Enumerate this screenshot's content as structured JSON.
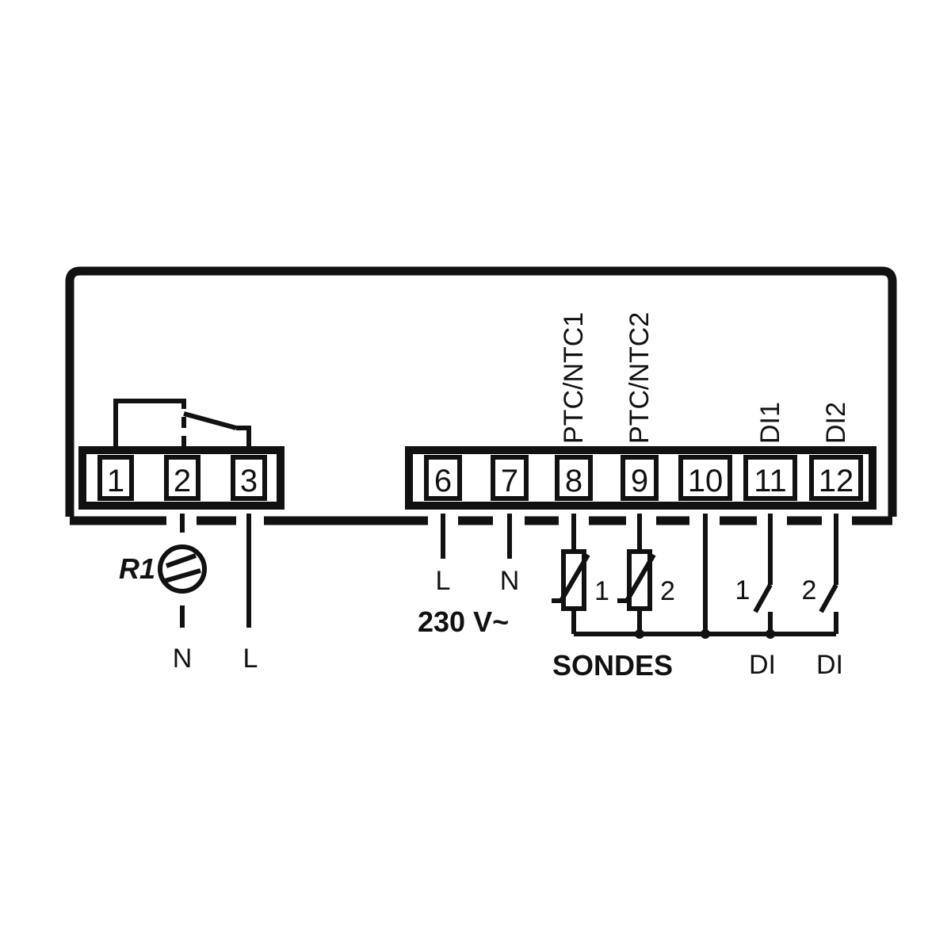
{
  "diagram": {
    "colors": {
      "ink": "#111111",
      "background": "#ffffff"
    },
    "terminals_left": [
      "1",
      "2",
      "3"
    ],
    "terminals_right": [
      "6",
      "7",
      "8",
      "9",
      "10",
      "11",
      "12"
    ],
    "relay_label": "R1",
    "relay_symbol": "compressor-icon",
    "relay_wires": {
      "neutral": "N",
      "line": "L"
    },
    "power": {
      "line": "L",
      "neutral": "N",
      "voltage": "230 V~"
    },
    "probe_labels": [
      "PTC/NTC1",
      "PTC/NTC2"
    ],
    "probe_numbers": [
      "1",
      "2"
    ],
    "probes_caption": "SONDES",
    "digital_input_labels": [
      "DI1",
      "DI2"
    ],
    "switch_numbers": [
      "1",
      "2"
    ],
    "switch_captions": [
      "DI",
      "DI"
    ]
  }
}
